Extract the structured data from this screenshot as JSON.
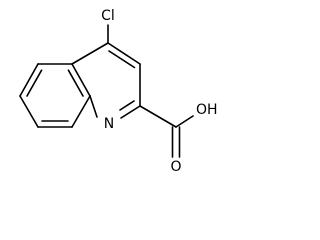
{
  "molecule": {
    "atoms": {
      "chlorine": "Cl",
      "nitrogen": "N",
      "hydroxyl": "OH",
      "carbonyl_oxygen": "O"
    }
  }
}
